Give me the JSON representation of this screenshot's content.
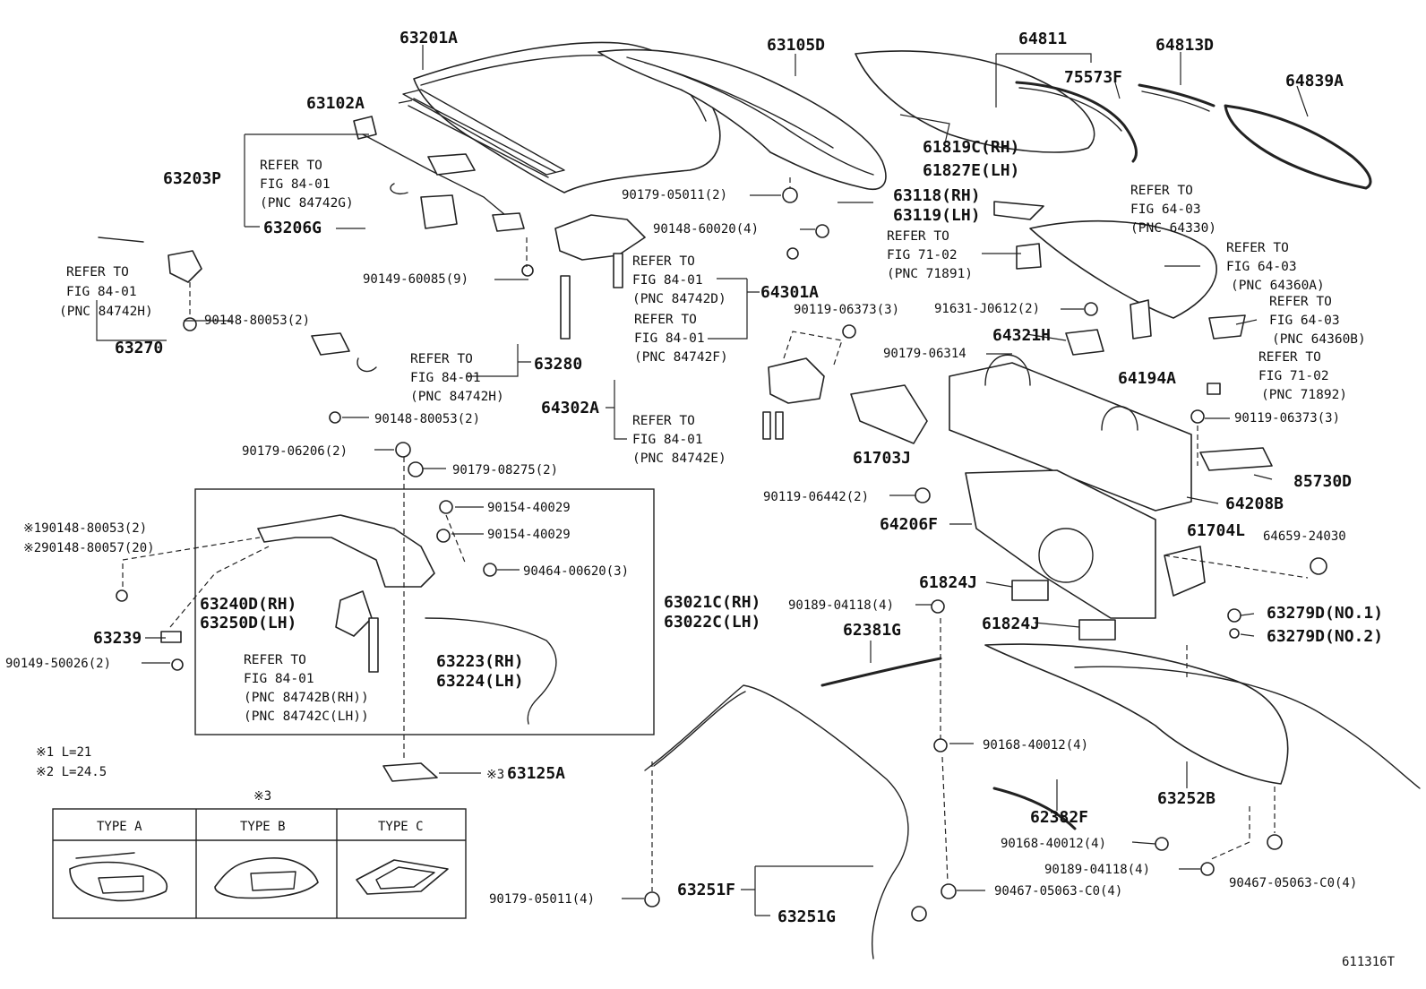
{
  "diagram_id": "611316T",
  "notes": [
    "※1 L=21",
    "※2 L=24.5"
  ],
  "type_table": {
    "marker": "※3",
    "columns": [
      "TYPE A",
      "TYPE B",
      "TYPE C"
    ]
  },
  "part_labels": {
    "p63201A": "63201A",
    "p63105D": "63105D",
    "p64811": "64811",
    "p64813D": "64813D",
    "p75573F": "75573F",
    "p64839A": "64839A",
    "p63102A": "63102A",
    "p61819C": "61819C(RH)",
    "p61827E": "61827E(LH)",
    "p63203P": "63203P",
    "p63206G": "63206G",
    "p63118": "63118(RH)",
    "p63119": "63119(LH)",
    "p63270": "63270",
    "p64301A": "64301A",
    "p63280": "63280",
    "p64321H": "64321H",
    "p64302A": "64302A",
    "p64194A": "64194A",
    "p61703J": "61703J",
    "p85730D": "85730D",
    "p64208B": "64208B",
    "p64206F": "64206F",
    "p61704L": "61704L",
    "p61824J_1": "61824J",
    "p61824J_2": "61824J",
    "p63279D1": "63279D(NO.1)",
    "p63279D2": "63279D(NO.2)",
    "p63240D": "63240D(RH)",
    "p63250D": "63250D(LH)",
    "p63021C": "63021C(RH)",
    "p63022C": "63022C(LH)",
    "p62381G": "62381G",
    "p63239": "63239",
    "p63223": "63223(RH)",
    "p63224": "63224(LH)",
    "p63125A": "63125A",
    "p63125A_mark": "※3",
    "p62382F": "62382F",
    "p63252B": "63252B",
    "p63251F": "63251F",
    "p63251G": "63251G"
  },
  "std_labels": {
    "s90179_05011_2": "90179-05011(2)",
    "s90148_60020_4": "90148-60020(4)",
    "s90149_60085_9": "90149-60085(9)",
    "s90148_80053_2a": "90148-80053(2)",
    "s90119_06373_3a": "90119-06373(3)",
    "s91631_j0612_2": "91631-J0612(2)",
    "s90179_06314": "90179-06314",
    "s90148_80053_2b": "90148-80053(2)",
    "s90179_06206_2": "90179-06206(2)",
    "s90179_08275_2": "90179-08275(2)",
    "s90119_06373_3b": "90119-06373(3)",
    "s90119_06442_2": "90119-06442(2)",
    "s90154_40029a": "90154-40029",
    "s90154_40029b": "90154-40029",
    "s90148_80053_1": "※190148-80053(2)",
    "s90148_80057_20": "※290148-80057(20)",
    "s90464_00620_3": "90464-00620(3)",
    "s64659_24030": "64659-24030",
    "s90189_04118_4a": "90189-04118(4)",
    "s90149_50026_2": "90149-50026(2)",
    "s90168_40012_4a": "90168-40012(4)",
    "s90168_40012_4b": "90168-40012(4)",
    "s90189_04118_4b": "90189-04118(4)",
    "s90467_05063_c0_a": "90467-05063-C0(4)",
    "s90467_05063_c0_b": "90467-05063-C0(4)",
    "s90179_05011_4": "90179-05011(4)"
  },
  "refer_blocks": {
    "r1": [
      "REFER TO",
      "FIG 84-01",
      "(PNC 84742G)"
    ],
    "r2": [
      "REFER TO",
      "FIG 84-01",
      "(PNC 84742H)"
    ],
    "r3": [
      "REFER TO",
      "FIG 84-01",
      "(PNC 84742D)"
    ],
    "r4": [
      "REFER TO",
      "FIG 84-01",
      "(PNC 84742F)"
    ],
    "r5": [
      "REFER TO",
      "FIG 84-01",
      "(PNC 84742H)"
    ],
    "r6": [
      "REFER TO",
      "FIG 84-01",
      "(PNC 84742E)"
    ],
    "r7": [
      "REFER TO",
      "FIG 64-03",
      "(PNC 64330)"
    ],
    "r8": [
      "REFER TO",
      "FIG 71-02",
      "(PNC 71891)"
    ],
    "r9": [
      "REFER TO",
      "FIG 64-03",
      "(PNC 64360A)"
    ],
    "r10": [
      "REFER TO",
      "FIG 64-03",
      "(PNC 64360B)"
    ],
    "r11": [
      "REFER TO",
      "FIG 71-02",
      "(PNC 71892)"
    ],
    "r12": [
      "REFER TO",
      "FIG 84-01",
      "(PNC 84742B(RH))",
      "(PNC 84742C(LH))"
    ]
  }
}
